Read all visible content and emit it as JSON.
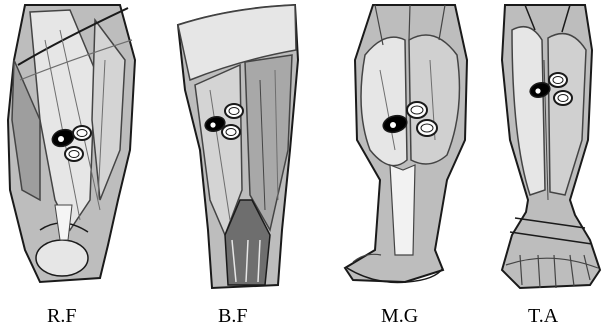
{
  "figure": {
    "panels": [
      {
        "id": "rf",
        "label": "R.F",
        "muscle_icon": "thigh-front-muscle-illustration"
      },
      {
        "id": "bf",
        "label": "B.F",
        "muscle_icon": "thigh-back-muscle-illustration"
      },
      {
        "id": "mg",
        "label": "M.G",
        "muscle_icon": "calf-back-muscle-illustration"
      },
      {
        "id": "ta",
        "label": "T.A",
        "muscle_icon": "shin-front-muscle-illustration"
      }
    ],
    "sensor_icon": "emg-electrode-icon",
    "colors": {
      "muscle_light": "#e6e6e6",
      "muscle_mid": "#bdbdbd",
      "muscle_dark": "#6e6e6e",
      "outline": "#1a1a1a",
      "electrode_fill": "#000000"
    }
  }
}
